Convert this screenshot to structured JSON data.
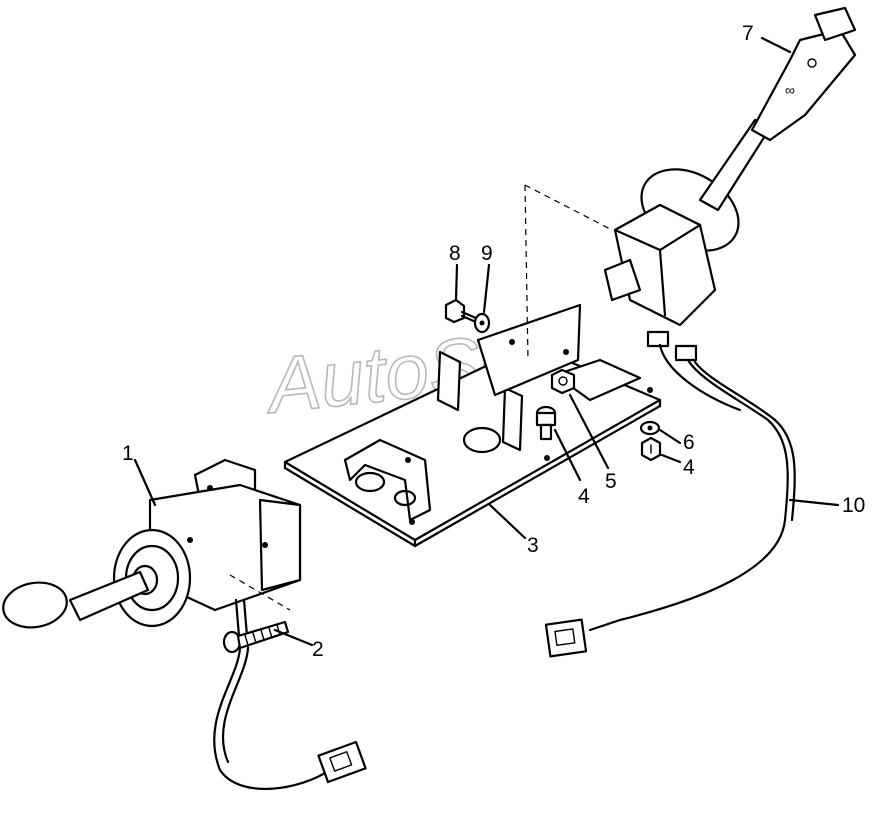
{
  "callouts": [
    "1",
    "2",
    "3",
    "4",
    "4",
    "5",
    "6",
    "7",
    "8",
    "9",
    "10"
  ],
  "watermark": "AutoSoft"
}
